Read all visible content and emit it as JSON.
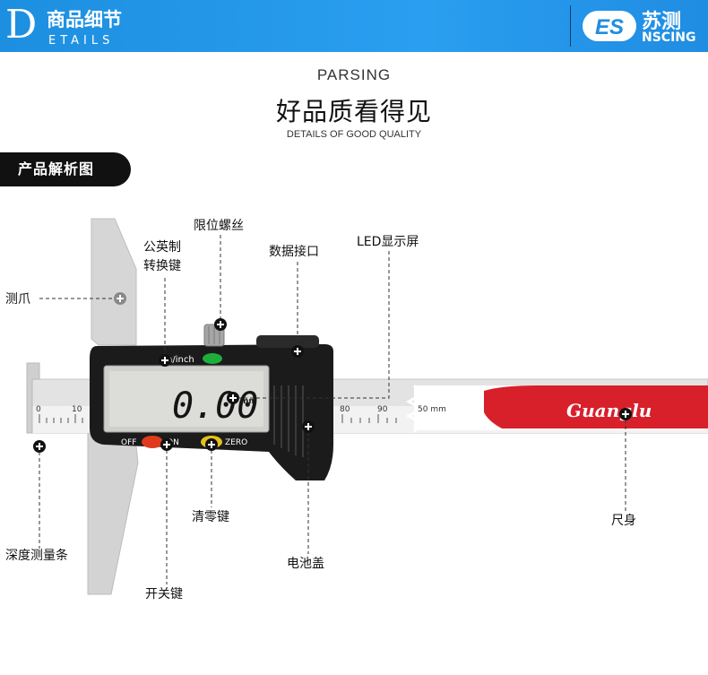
{
  "header": {
    "initial": "D",
    "title_cn": "商品细节",
    "title_en": "ETAILS",
    "brand_mark": "ES",
    "brand_cn": "苏测",
    "brand_en": "NSCING",
    "colors": {
      "bar": "#2a9ef0",
      "text": "#ffffff"
    }
  },
  "intro": {
    "kicker": "PARSING",
    "slogan": "好品质看得见",
    "slogan_en": "DETAILS OF GOOD QUALITY"
  },
  "section_tag": "产品解析图",
  "product": {
    "display_value": "0.00",
    "display_unit": "mm",
    "mode_label": "n/inch",
    "off_label": "OFF",
    "on_label": "ON",
    "zero_label": "ZERO",
    "brand_on_scale": "Guanglu",
    "scale_left": [
      "0",
      "10"
    ],
    "scale_right": [
      "80",
      "90"
    ],
    "scale_unit": "50 mm",
    "colors": {
      "body": "#1b1b1b",
      "scale_red": "#d8202a",
      "steel": "#d4d4d4",
      "green_btn": "#1eae3c",
      "red_btn": "#e03a1e",
      "yellow_btn": "#e3c21c",
      "lcd": "#dcdcd8"
    }
  },
  "callouts": {
    "claw": "测爪",
    "depth_bar": "深度测量条",
    "unit_switch_line1": "公英制",
    "unit_switch_line2": "转换键",
    "lock_screw": "限位螺丝",
    "data_port": "数据接口",
    "led_display": "LED显示屏",
    "zero_key": "清零键",
    "power_key": "开关键",
    "battery_cover": "电池盖",
    "ruler_body": "尺身"
  }
}
